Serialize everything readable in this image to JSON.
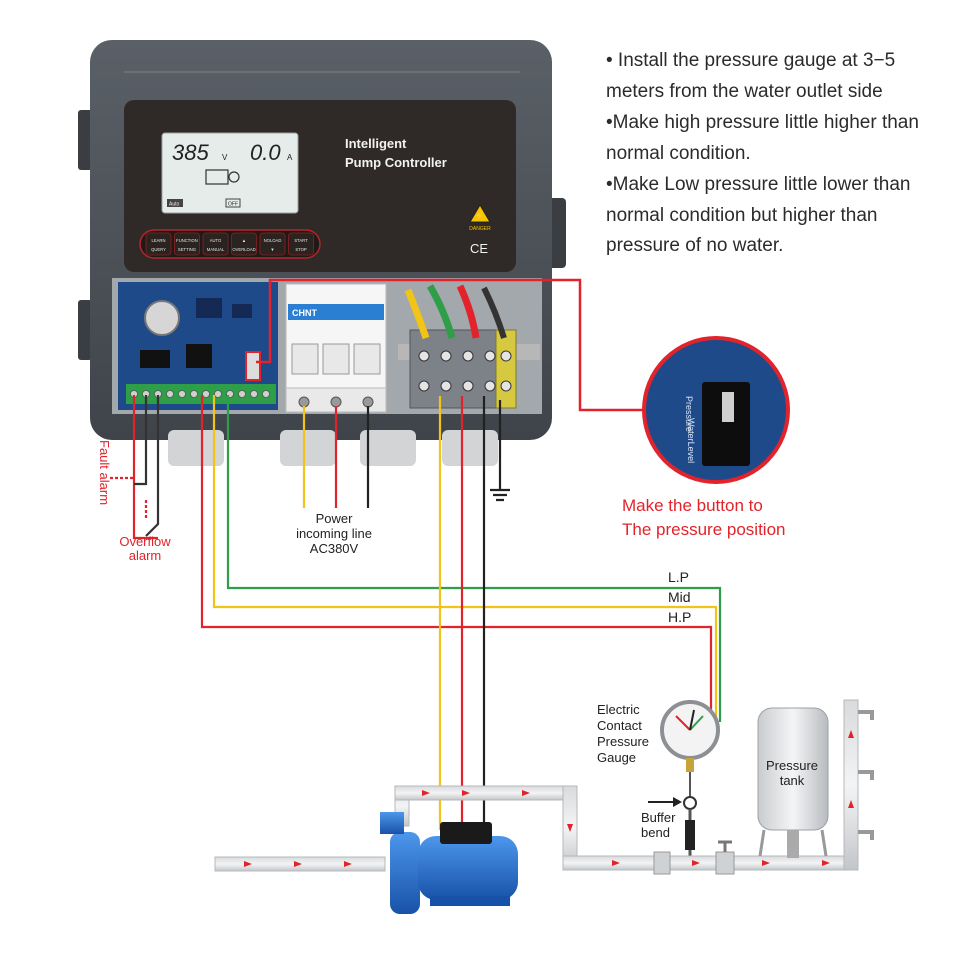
{
  "notes": [
    "• Install the pressure gauge at  3−5 meters from the water outlet side",
    "•Make high pressure little higher than normal condition.",
    "•Make Low pressure little lower than normal condition but higher than pressure of no water."
  ],
  "controller": {
    "title_line1": "Intelligent",
    "title_line2": "Pump Controller",
    "lcd_voltage": "385",
    "lcd_voltage_unit": "V",
    "lcd_current": "0.0",
    "lcd_current_unit": "A",
    "lcd_auto": "Auto",
    "lcd_off": "OFF",
    "buttons": [
      {
        "top": "LEARN",
        "bottom": "QUERY"
      },
      {
        "top": "FUNCTION",
        "bottom": "SETTING"
      },
      {
        "top": "AUTO",
        "bottom": "MANUAL"
      },
      {
        "top": "▲",
        "bottom": "OVERLOAD"
      },
      {
        "top": "NOLOAD",
        "bottom": "▼"
      },
      {
        "top": "START",
        "bottom": "STOP"
      }
    ],
    "danger_label": "DANGER",
    "ce_mark": "CE",
    "breaker_brand": "CHNT"
  },
  "switch_inset": {
    "label_pressure": "Pressure",
    "label_waterlevel": "WaterLevel"
  },
  "switch_caption": [
    "Make the button to",
    "The pressure position"
  ],
  "labels": {
    "fault_alarm": "Fault alarm",
    "overflow_alarm": [
      "Overflow",
      "alarm"
    ],
    "power": [
      "Power",
      "incoming line",
      "AC380V"
    ],
    "lp": "L.P",
    "mid": "Mid",
    "hp": "H.P",
    "gauge": [
      "Electric",
      "Contact",
      "Pressure",
      "Gauge"
    ],
    "buffer": [
      "Buffer",
      "bend"
    ],
    "tank": [
      "Pressure",
      "tank"
    ]
  },
  "colors": {
    "wire_red": "#e2232b",
    "wire_green": "#2e9e48",
    "wire_yellow": "#f2c417",
    "wire_black": "#222222",
    "pump_blue": "#1f6fd1",
    "enclosure": "#4a4f55",
    "caption_red": "#e2232b"
  }
}
